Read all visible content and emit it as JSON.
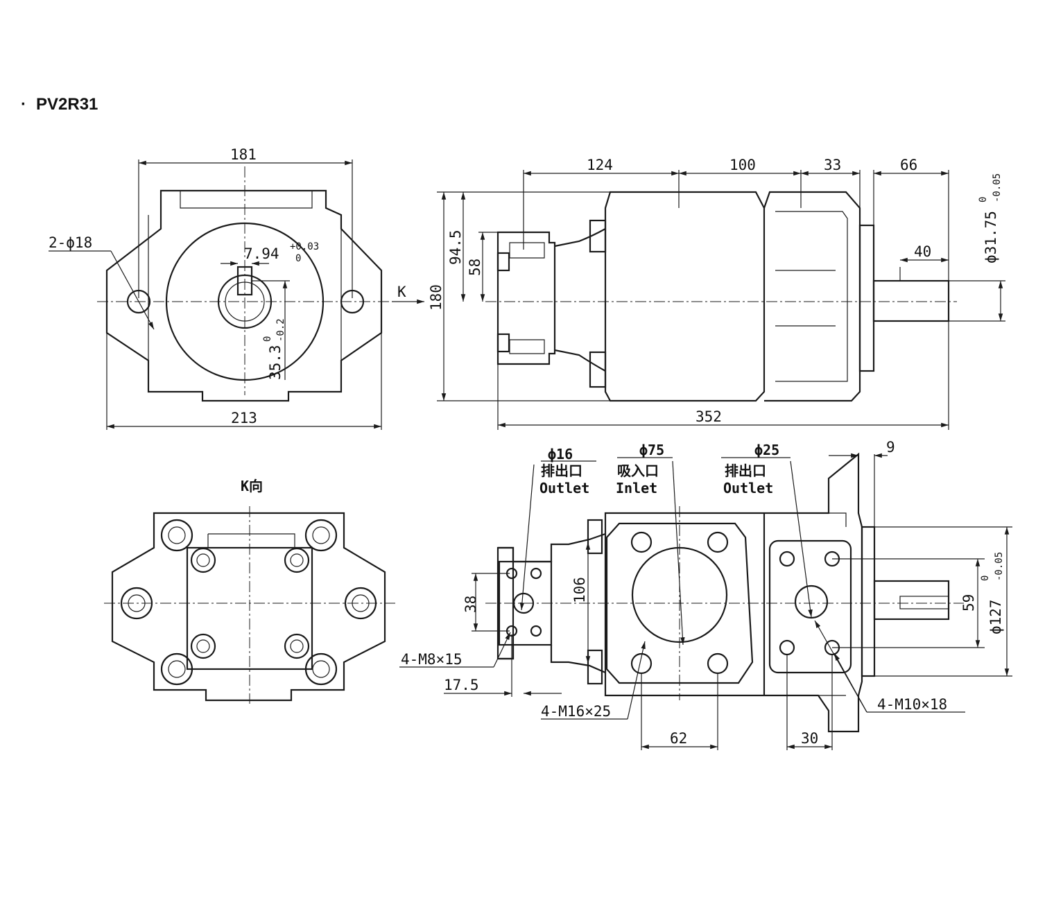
{
  "title": "PV2R31",
  "front_view": {
    "dims": {
      "top_width": "181",
      "bottom_width": "213",
      "holes": "2-ϕ18",
      "key_width": "7.94",
      "key_tol_upper": "+0.03",
      "key_tol_lower": "0",
      "key_height": "35.3",
      "key_h_tol_upper": "0",
      "key_h_tol_lower": "-0.2",
      "arrow": "K"
    }
  },
  "side_view": {
    "dims": {
      "d124": "124",
      "d100": "100",
      "d33": "33",
      "d66": "66",
      "d94_5": "94.5",
      "d58": "58",
      "d180": "180",
      "d40": "40",
      "shaft_dia": "ϕ31.75",
      "shaft_tol_upper": "0",
      "shaft_tol_lower": "-0.05",
      "total": "352"
    }
  },
  "k_view": {
    "title": "K向"
  },
  "top_view": {
    "ports": [
      {
        "dia": "ϕ16",
        "cn": "排出口",
        "en": "Outlet"
      },
      {
        "dia": "ϕ75",
        "cn": "吸入口",
        "en": "Inlet"
      },
      {
        "dia": "ϕ25",
        "cn": "排出口",
        "en": "Outlet"
      }
    ],
    "dims": {
      "d9": "9",
      "d38": "38",
      "d106": "106",
      "m8": "4-M8×15",
      "d17_5": "17.5",
      "m16": "4-M16×25",
      "d62": "62",
      "d30": "30",
      "m10": "4-M10×18",
      "d59": "59",
      "pilot": "ϕ127",
      "pilot_tol_upper": "0",
      "pilot_tol_lower": "-0.05"
    }
  }
}
